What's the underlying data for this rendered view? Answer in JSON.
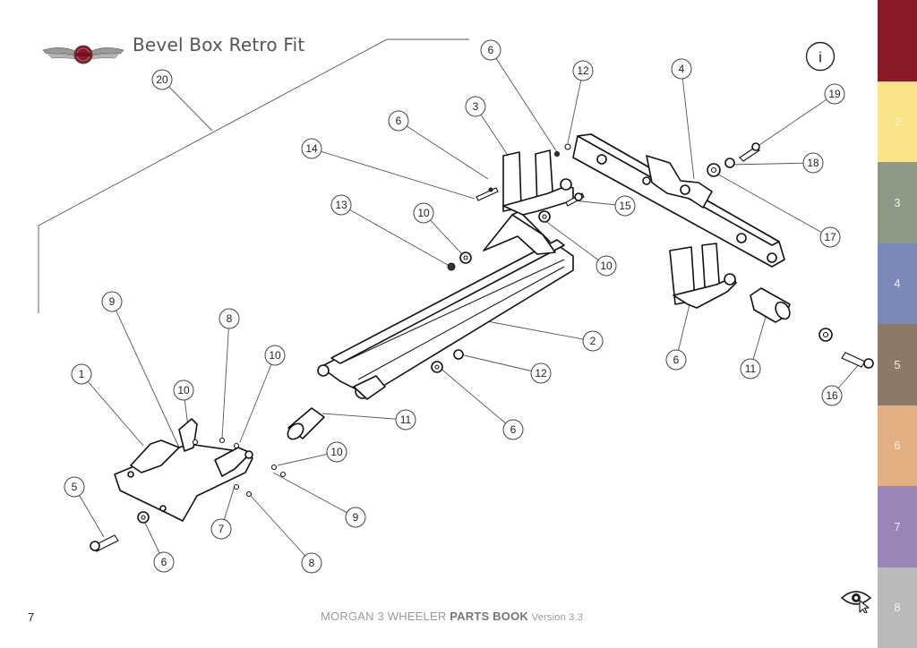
{
  "header": {
    "title": "Bevel Box Retro Fit",
    "info_label": "i"
  },
  "callouts": [
    "20",
    "6",
    "12",
    "4",
    "19",
    "3",
    "6",
    "14",
    "18",
    "15",
    "13",
    "10",
    "10",
    "17",
    "2",
    "9",
    "8",
    "10",
    "12",
    "6",
    "16",
    "1",
    "10",
    "11",
    "6",
    "11",
    "10",
    "5",
    "9",
    "7",
    "6",
    "8"
  ],
  "sidebar": {
    "tabs": [
      {
        "label": "",
        "color": "#8b1a28"
      },
      {
        "label": "2",
        "color": "#fbe389"
      },
      {
        "label": "3",
        "color": "#8b9985"
      },
      {
        "label": "4",
        "color": "#7c88b8"
      },
      {
        "label": "5",
        "color": "#8b7a68"
      },
      {
        "label": "6",
        "color": "#e2b083"
      },
      {
        "label": "7",
        "color": "#9b84b8"
      },
      {
        "label": "8",
        "color": "#b8babc"
      }
    ]
  },
  "footer": {
    "page_number": "7",
    "book_name": "MORGAN 3 WHEELER",
    "book_type": "PARTS BOOK",
    "version": "Version 3.3"
  }
}
